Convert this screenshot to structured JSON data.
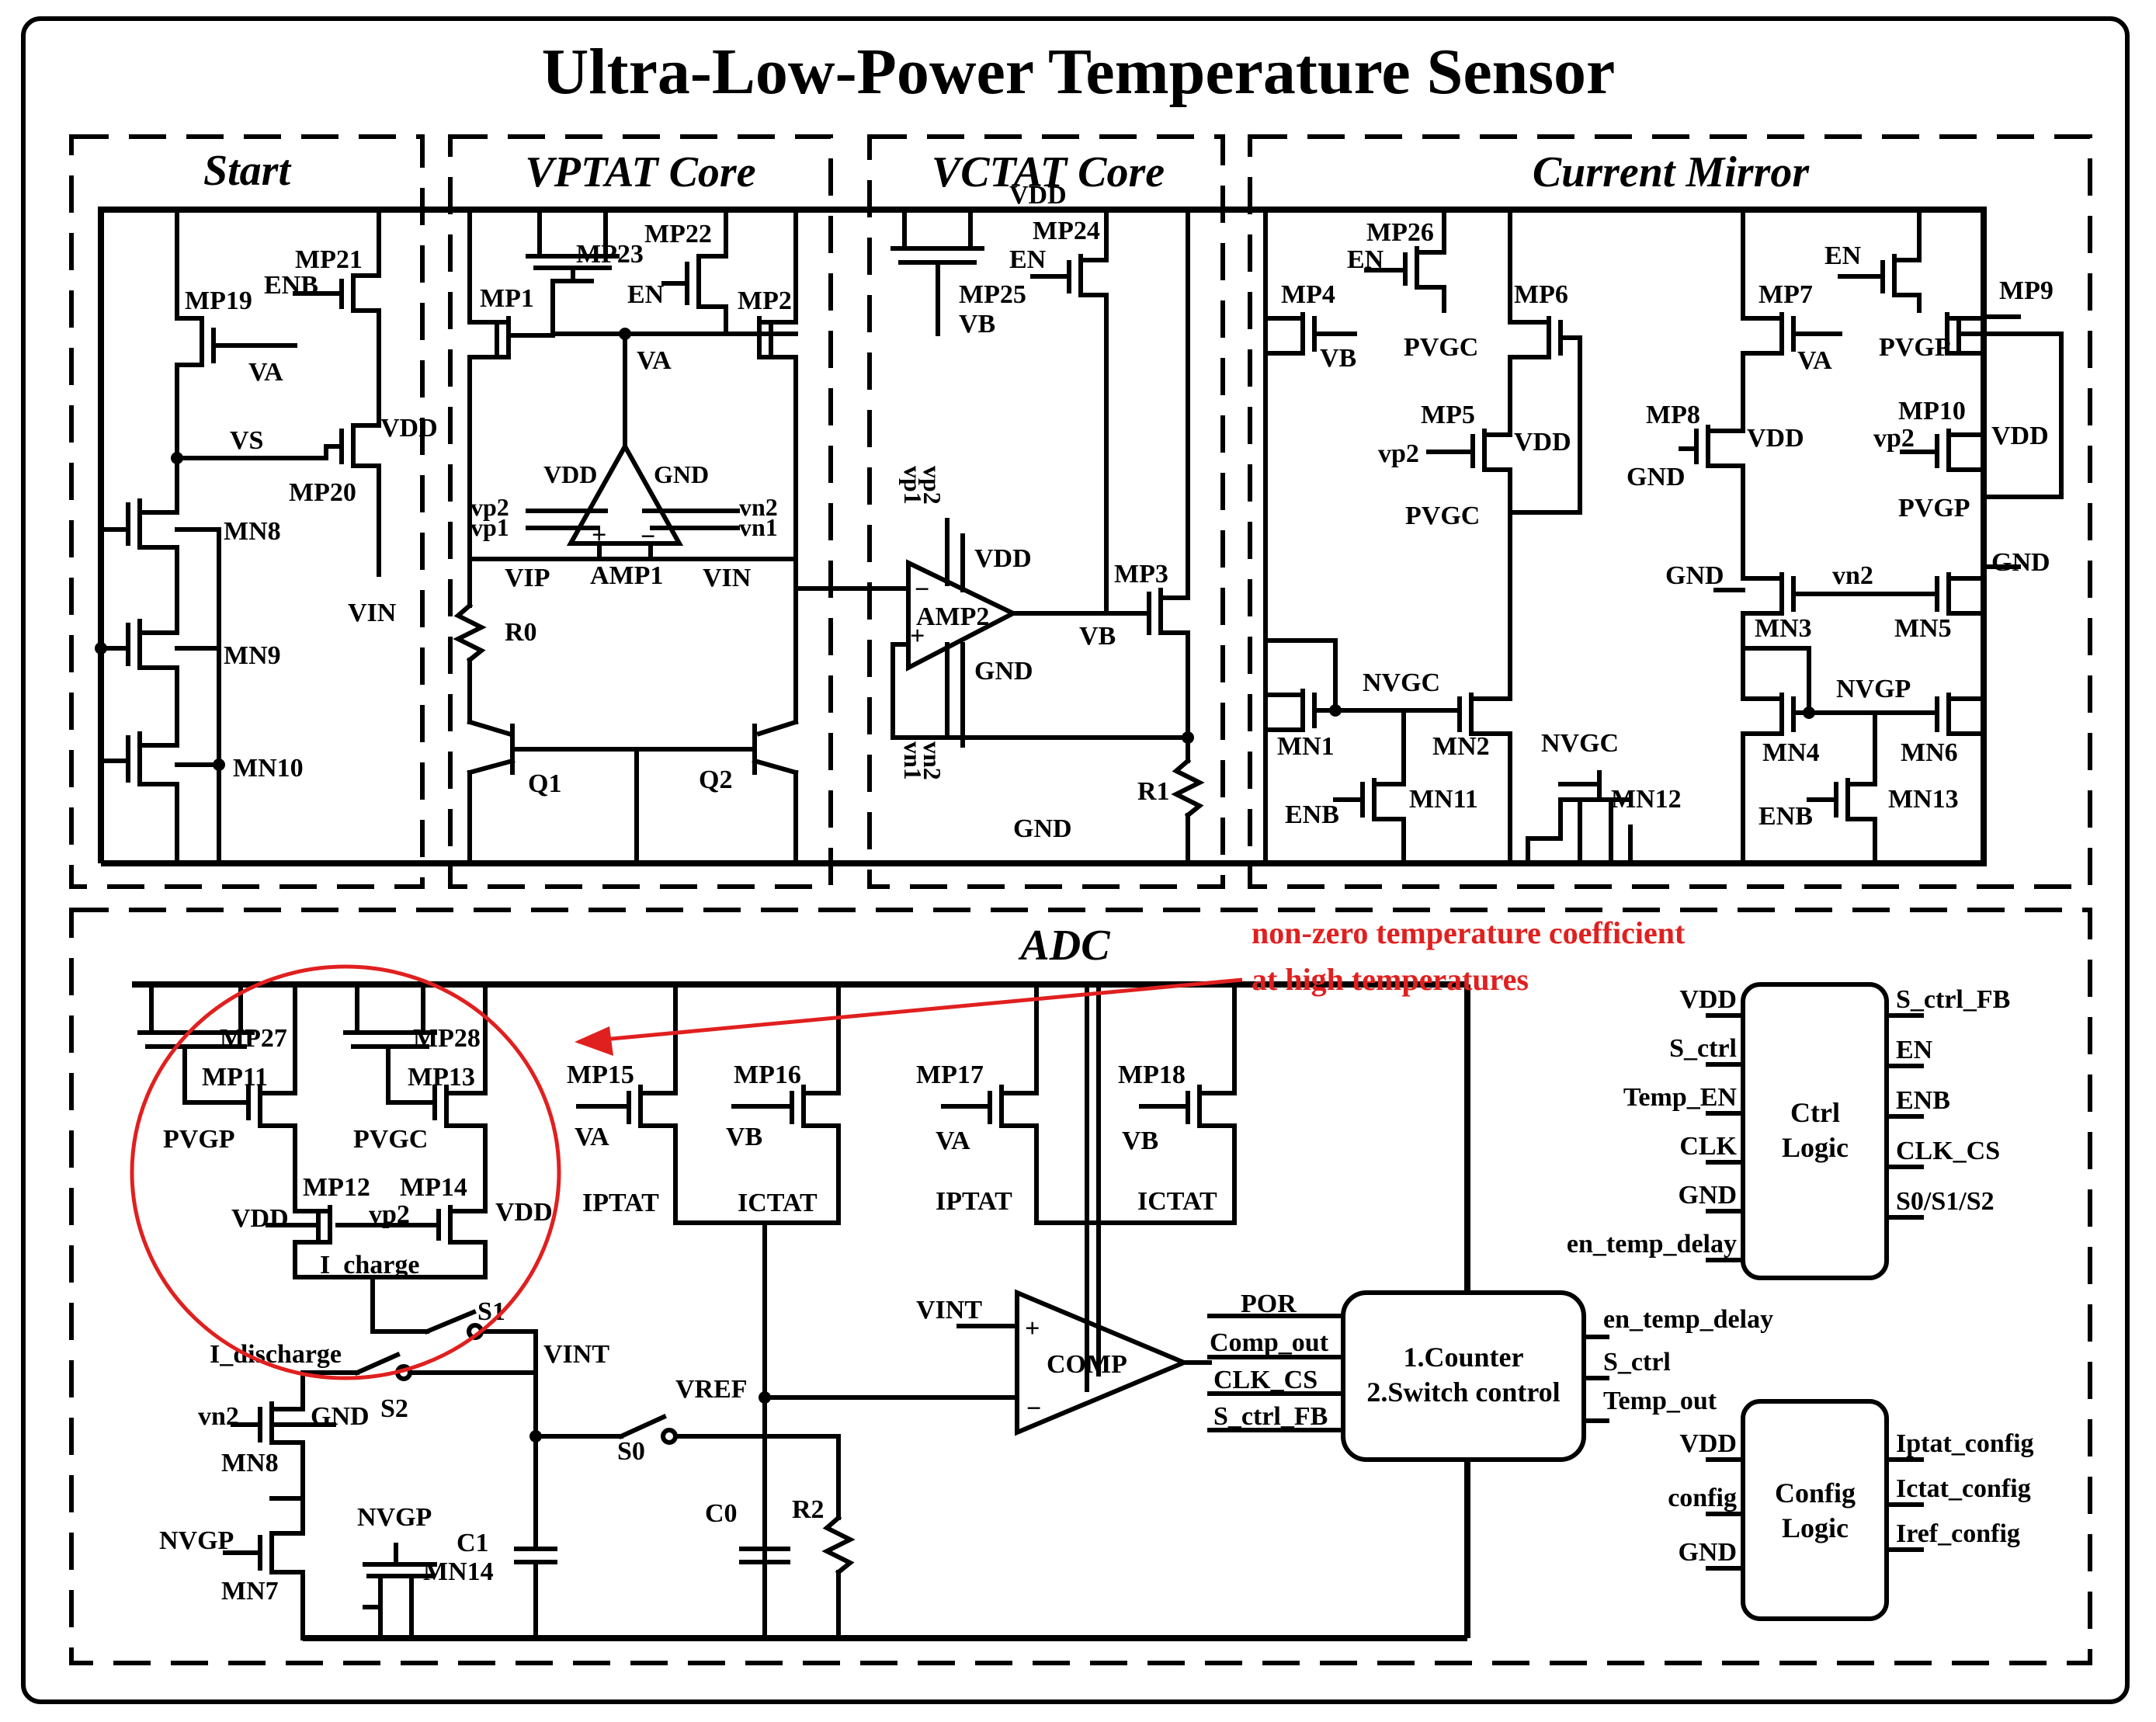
{
  "title": "Ultra-Low-Power Temperature Sensor",
  "sections": {
    "start": "Start",
    "vptat": "VPTAT Core",
    "vctat": "VCTAT Core",
    "mirror": "Current Mirror",
    "adc": "ADC"
  },
  "annotation": {
    "line1": "non-zero temperature coefficient",
    "line2": "at high temperatures",
    "color": "#e0201f"
  },
  "start": {
    "mp19": "MP19",
    "mp21": "MP21",
    "enb": "ENB",
    "va": "VA",
    "vs": "VS",
    "mp20": "MP20",
    "vdd": "VDD",
    "vin": "VIN",
    "mn8": "MN8",
    "mn9": "MN9",
    "mn10": "MN10"
  },
  "vptat": {
    "mp23": "MP23",
    "mp22": "MP22",
    "en": "EN",
    "mp1": "MP1",
    "mp2": "MP2",
    "va": "VA",
    "vdd": "VDD",
    "gnd": "GND",
    "vp2": "vp2",
    "vp1": "vp1",
    "vn2": "vn2",
    "vn1": "vn1",
    "vip": "VIP",
    "amp1": "AMP1",
    "vin": "VIN",
    "r0": "R0",
    "q1": "Q1",
    "q2": "Q2",
    "plus": "+",
    "minus": "−"
  },
  "vctat": {
    "vdd_top": "VDD",
    "mp24": "MP24",
    "en": "EN",
    "mp25": "MP25",
    "vb_top": "VB",
    "vp2": "vp2",
    "vp1": "vp1",
    "vdd": "VDD",
    "amp2": "AMP2",
    "gnd": "GND",
    "vn2": "vn2",
    "vn1": "vn1",
    "mp3": "MP3",
    "vb": "VB",
    "r1": "R1",
    "gnd_bottom": "GND",
    "plus": "+",
    "minus": "−"
  },
  "mirror": {
    "mp26": "MP26",
    "en_a": "EN",
    "mp4": "MP4",
    "vb": "VB",
    "mp6": "MP6",
    "pvgc_a": "PVGC",
    "mp5": "MP5",
    "vp2_a": "vp2",
    "vdd_a": "VDD",
    "pvgc_b": "PVGC",
    "mp7": "MP7",
    "en_b": "EN",
    "mp9": "MP9",
    "va": "VA",
    "pvgp_a": "PVGP",
    "mp8": "MP8",
    "vdd_b": "VDD",
    "gnd_a": "GND",
    "mp10": "MP10",
    "vp2_b": "vp2",
    "vdd_c": "VDD",
    "pvgp_b": "PVGP",
    "gnd_b": "GND",
    "vn2": "vn2",
    "gnd_c": "GND",
    "mn3": "MN3",
    "mn5": "MN5",
    "nvgc_a": "NVGC",
    "mn1": "MN1",
    "mn2": "MN2",
    "enb_a": "ENB",
    "mn11": "MN11",
    "nvgc_b": "NVGC",
    "mn12": "MN12",
    "nvgp": "NVGP",
    "mn4": "MN4",
    "mn6": "MN6",
    "enb_b": "ENB",
    "mn13": "MN13"
  },
  "adc": {
    "mp27": "MP27",
    "mp28": "MP28",
    "mp11": "MP11",
    "mp13": "MP13",
    "pvgp": "PVGP",
    "pvgc": "PVGC",
    "mp12": "MP12",
    "mp14": "MP14",
    "vdd_l": "VDD",
    "vp2": "vp2",
    "vdd_r": "VDD",
    "i_charge": "I_charge",
    "mp15": "MP15",
    "va_a": "VA",
    "iptat_a": "IPTAT",
    "mp16": "MP16",
    "vb_a": "VB",
    "ictat_a": "ICTAT",
    "mp17": "MP17",
    "va_b": "VA",
    "iptat_b": "IPTAT",
    "mp18": "MP18",
    "vb_b": "VB",
    "ictat_b": "ICTAT",
    "s1": "S1",
    "i_discharge": "I_discharge",
    "vint_a": "VINT",
    "s2": "S2",
    "vn2": "vn2",
    "gnd": "GND",
    "mn8": "MN8",
    "nvgp_a": "NVGP",
    "mn7": "MN7",
    "nvgp_b": "NVGP",
    "c1": "C1",
    "mn14": "MN14",
    "vref": "VREF",
    "s0": "S0",
    "c0": "C0",
    "r2": "R2",
    "vint_b": "VINT",
    "comp": "COMP",
    "plus": "+",
    "minus": "−",
    "por": "POR",
    "comp_out": "Comp_out",
    "clk_cs": "CLK_CS",
    "s_ctrl_fb": "S_ctrl_FB",
    "counter_1": "1.Counter",
    "counter_2": "2.Switch control",
    "en_temp_delay": "en_temp_delay",
    "s_ctrl": "S_ctrl",
    "temp_out": "Temp_out"
  },
  "ctrl_logic": {
    "name_1": "Ctrl",
    "name_2": "Logic",
    "inputs": [
      "VDD",
      "S_ctrl",
      "Temp_EN",
      "CLK",
      "GND",
      "en_temp_delay"
    ],
    "outputs": [
      "S_ctrl_FB",
      "EN",
      "ENB",
      "CLK_CS",
      "S0/S1/S2"
    ]
  },
  "config_logic": {
    "name_1": "Config",
    "name_2": "Logic",
    "inputs": [
      "VDD",
      "config",
      "GND"
    ],
    "outputs": [
      "Iptat_config",
      "Ictat_config",
      "Iref_config"
    ]
  }
}
